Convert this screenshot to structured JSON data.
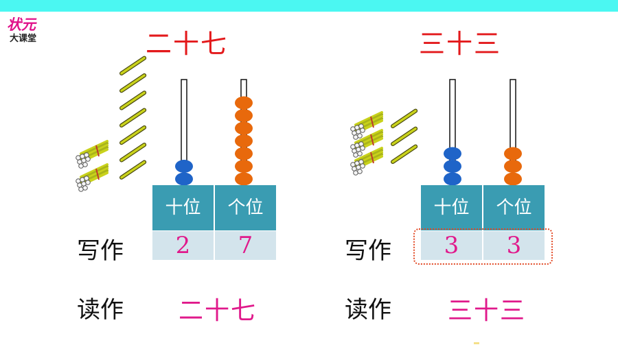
{
  "logo": {
    "brand_top": "状元",
    "brand_bottom": "大课堂"
  },
  "left": {
    "title": "二十七",
    "headers": [
      "十位",
      "个位"
    ],
    "write_label": "写作",
    "digits": [
      "2",
      "7"
    ],
    "read_label": "读作",
    "read_value": "二十七",
    "tens_beads": 2,
    "ones_beads": 7,
    "stick_bundles": 2,
    "single_sticks": 7
  },
  "right": {
    "title": "三十三",
    "headers": [
      "十位",
      "个位"
    ],
    "write_label": "写作",
    "digits": [
      "3",
      "3"
    ],
    "read_label": "读作",
    "read_value": "三十三",
    "tens_beads": 3,
    "ones_beads": 3,
    "stick_bundles": 3,
    "single_sticks": 3
  },
  "colors": {
    "tens_bead": "#1f64c8",
    "ones_bead": "#e8690c",
    "header_bg": "#3a9cb2",
    "cell_bg": "#d3e4ec",
    "title": "#e3191b",
    "value": "#e0198b",
    "stick": "#c9d21c",
    "top_bar": "#4bf7f2"
  }
}
